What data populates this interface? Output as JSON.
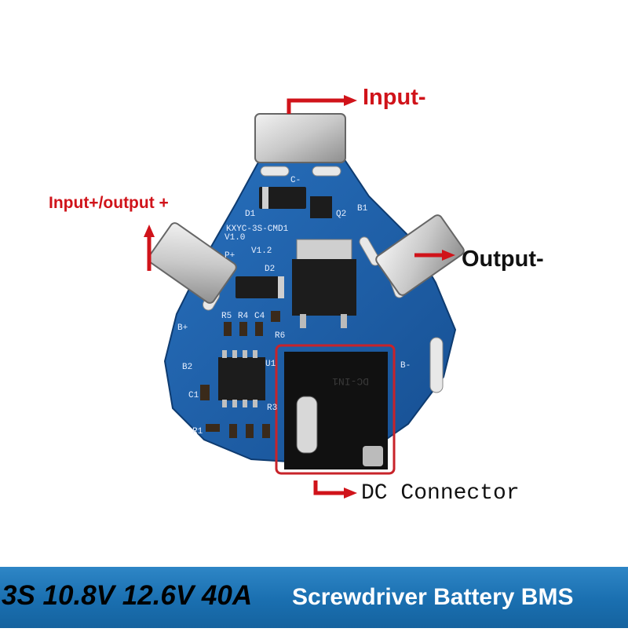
{
  "labels": {
    "input_neg": "Input-",
    "input_pos_output_pos": "Input+/output +",
    "output_neg": "Output-",
    "dc_connector": "DC Connector"
  },
  "banner": {
    "left_text": "3S 10.8V 12.6V 40A",
    "right_text": "Screwdriver Battery BMS"
  },
  "pcb_silkscreen": {
    "board_id": "KXYC-3S-CMD1",
    "version_a": "V1.0",
    "version_b": "V1.2",
    "b_plus": "B+",
    "b_minus": "B-",
    "b1": "B1",
    "b2": "B2",
    "u1": "U1",
    "d1": "D1",
    "d2": "D2",
    "q2": "Q2",
    "p_plus": "P+",
    "c_minus": "C-",
    "r5": "R5",
    "r4": "R4",
    "c4": "C4",
    "r6": "R6",
    "r1": "R1",
    "r3": "R3",
    "c1": "C1",
    "dc_marking": "DC-IN1"
  },
  "colors": {
    "pcb_blue": "#1a5fa8",
    "arrow_red": "#d0131a",
    "highlight_box": "#c8232a",
    "banner_blue": "#1a6fb0"
  }
}
